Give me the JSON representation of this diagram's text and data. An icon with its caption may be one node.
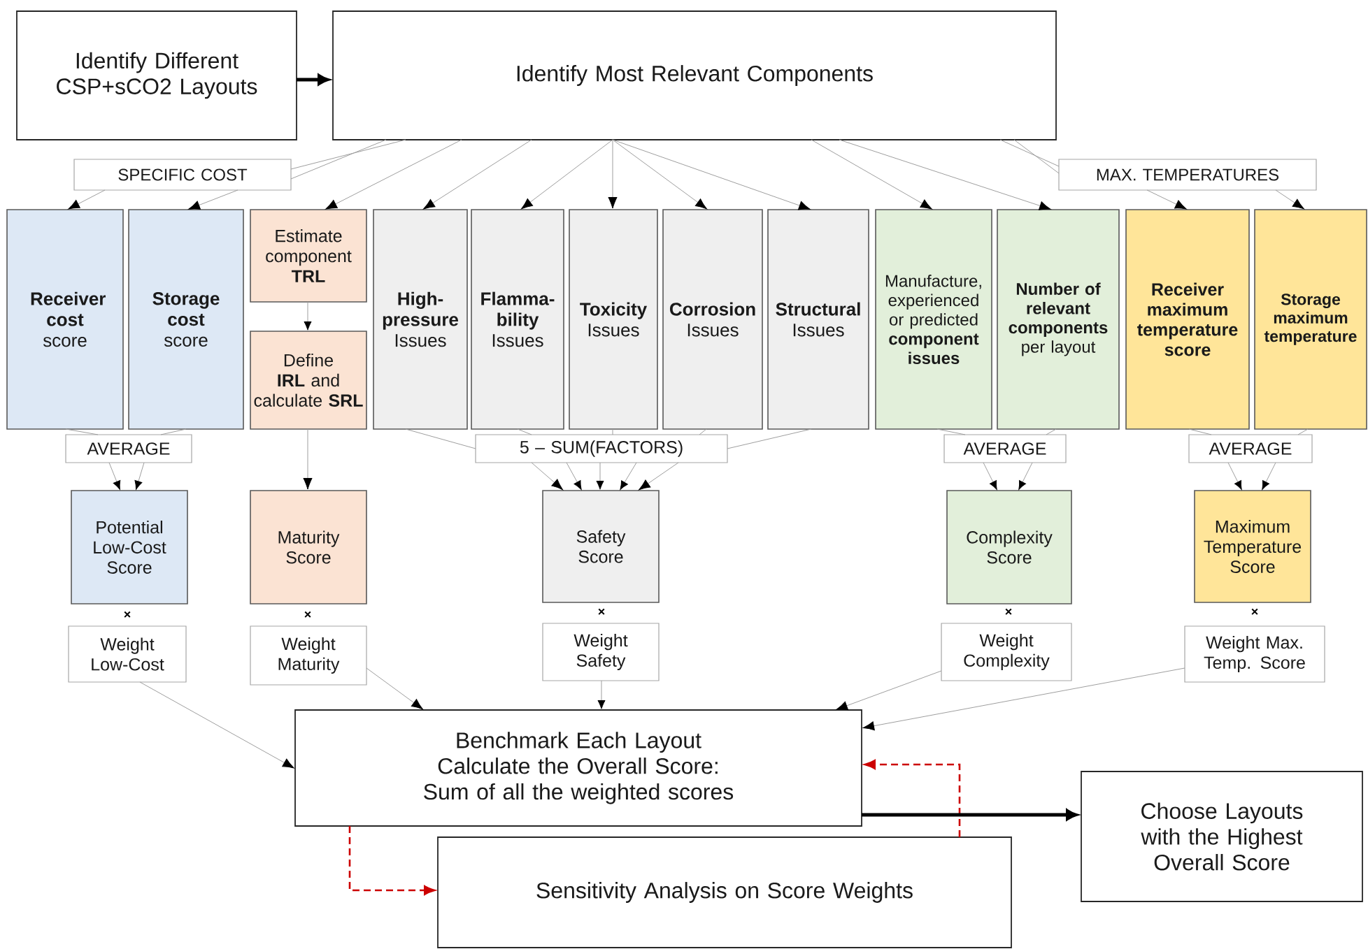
{
  "diagram": {
    "nodes": [
      {
        "text": [
          "Identify Different CSP+sCO2 Layouts"
        ]
      },
      {
        "text": [
          "Identify Most Relevant Components"
        ]
      },
      {
        "text": [
          "SPECIFIC COST"
        ]
      },
      {
        "text": [
          "**Receiver cost** score"
        ]
      },
      {
        "text": [
          "**Storage cost** score"
        ]
      },
      {
        "text": [
          "Estimate component **TRL**"
        ]
      },
      {
        "text": [
          "Define **IRL** and calculate **SRL**"
        ]
      },
      {
        "text": [
          "**High-pressure** Issues"
        ]
      },
      {
        "text": [
          "**Flamma-bility** Issues"
        ]
      },
      {
        "text": [
          "**Toxicity** Issues"
        ]
      },
      {
        "text": [
          "**Corrosion** Issues"
        ]
      },
      {
        "text": [
          "**Structural** Issues"
        ]
      },
      {
        "text": [
          "Manufacture, experienced or predicted **component issues**"
        ]
      },
      {
        "text": [
          "**Number of relevant components** per layout"
        ]
      },
      {
        "text": [
          "Receiver maximum temperature score"
        ]
      },
      {
        "text": [
          "Storage maximum temperature"
        ]
      },
      {
        "text": [
          "MAX. TEMPERATURES"
        ]
      },
      {
        "text": [
          "AVERAGE"
        ]
      },
      {
        "text": [
          "5 – SUM(FACTORS)"
        ]
      },
      {
        "text": [
          "AVERAGE"
        ]
      },
      {
        "text": [
          "AVERAGE"
        ]
      },
      {
        "text": [
          "Potential Low-Cost Score"
        ]
      },
      {
        "text": [
          "Maturity Score"
        ]
      },
      {
        "text": [
          "Safety Score"
        ]
      },
      {
        "text": [
          "Complexity Score"
        ]
      },
      {
        "text": [
          "Maximum Temperature Score"
        ]
      },
      {
        "text": [
          "Weight Low-Cost"
        ]
      },
      {
        "text": [
          "Weight Maturity"
        ]
      },
      {
        "text": [
          "Weight Safety"
        ]
      },
      {
        "text": [
          "Weight Complexity"
        ]
      },
      {
        "text": [
          "Weight Max. Temp. Score"
        ]
      },
      {
        "text": [
          "Benchmark Each Layout",
          "Calculate the Overall Score:",
          "Sum of all the weighted scores"
        ]
      },
      {
        "text": [
          "Sensitivity Analysis on Score Weights"
        ]
      },
      {
        "text": [
          "Choose Layouts with the Highest Overall Score"
        ]
      }
    ],
    "edges": [
      {
        "from": 0,
        "to": 1,
        "arrow": "to",
        "style": "thick",
        "color": "#000000"
      },
      {
        "from": 1,
        "to": 2,
        "arrow": "none"
      },
      {
        "from": 1,
        "to": 2,
        "arrow": "none"
      },
      {
        "from": 2,
        "to": 3,
        "arrow": "to"
      },
      {
        "from": 2,
        "to": 4,
        "arrow": "to"
      },
      {
        "from": 1,
        "to": 5,
        "arrow": "to"
      },
      {
        "from": 1,
        "to": 7,
        "arrow": "to"
      },
      {
        "from": 1,
        "to": 8,
        "arrow": "to"
      },
      {
        "from": 1,
        "to": 9,
        "arrow": "to"
      },
      {
        "from": 1,
        "to": 10,
        "arrow": "to"
      },
      {
        "from": 1,
        "to": 11,
        "arrow": "to"
      },
      {
        "from": 1,
        "to": 12,
        "arrow": "to"
      },
      {
        "from": 1,
        "to": 13,
        "arrow": "to"
      },
      {
        "from": 1,
        "to": 16,
        "arrow": "none"
      },
      {
        "from": 1,
        "to": 16,
        "arrow": "none"
      },
      {
        "from": 16,
        "to": 14,
        "arrow": "to"
      },
      {
        "from": 16,
        "to": 15,
        "arrow": "to"
      },
      {
        "from": 5,
        "to": 6,
        "arrow": "to"
      },
      {
        "from": 3,
        "to": 17,
        "arrow": "none"
      },
      {
        "from": 4,
        "to": 17,
        "arrow": "none"
      },
      {
        "from": 17,
        "to": 21,
        "arrow": "to"
      },
      {
        "from": 17,
        "to": 21,
        "arrow": "to"
      },
      {
        "from": 6,
        "to": 22,
        "arrow": "to"
      },
      {
        "from": 7,
        "to": 18,
        "arrow": "none"
      },
      {
        "from": 8,
        "to": 18,
        "arrow": "none"
      },
      {
        "from": 9,
        "to": 18,
        "arrow": "none"
      },
      {
        "from": 10,
        "to": 18,
        "arrow": "none"
      },
      {
        "from": 11,
        "to": 18,
        "arrow": "none"
      },
      {
        "from": 18,
        "to": 23,
        "arrow": "to"
      },
      {
        "from": 18,
        "to": 23,
        "arrow": "to"
      },
      {
        "from": 18,
        "to": 23,
        "arrow": "to"
      },
      {
        "from": 18,
        "to": 23,
        "arrow": "to"
      },
      {
        "from": 18,
        "to": 23,
        "arrow": "to"
      },
      {
        "from": 12,
        "to": 19,
        "arrow": "none"
      },
      {
        "from": 13,
        "to": 19,
        "arrow": "none"
      },
      {
        "from": 19,
        "to": 24,
        "arrow": "to"
      },
      {
        "from": 19,
        "to": 24,
        "arrow": "to"
      },
      {
        "from": 14,
        "to": 20,
        "arrow": "none"
      },
      {
        "from": 15,
        "to": 20,
        "arrow": "none"
      },
      {
        "from": 20,
        "to": 25,
        "arrow": "to"
      },
      {
        "from": 20,
        "to": 25,
        "arrow": "to"
      },
      {
        "from": 26,
        "to": 31,
        "arrow": "to"
      },
      {
        "from": 27,
        "to": 31,
        "arrow": "to"
      },
      {
        "from": 28,
        "to": 31,
        "arrow": "to"
      },
      {
        "from": 29,
        "to": 31,
        "arrow": "to"
      },
      {
        "from": 30,
        "to": 31,
        "arrow": "to"
      },
      {
        "from": 31,
        "to": 32,
        "arrow": "to",
        "style": "dashed",
        "color": "#cc0000"
      },
      {
        "from": 32,
        "to": 31,
        "arrow": "to",
        "style": "dashed",
        "color": "#cc0000"
      },
      {
        "from": 31,
        "to": 33,
        "arrow": "to",
        "style": "thick",
        "color": "#000000"
      }
    ],
    "labels": [
      "×",
      "×",
      "×",
      "×",
      "×"
    ]
  }
}
